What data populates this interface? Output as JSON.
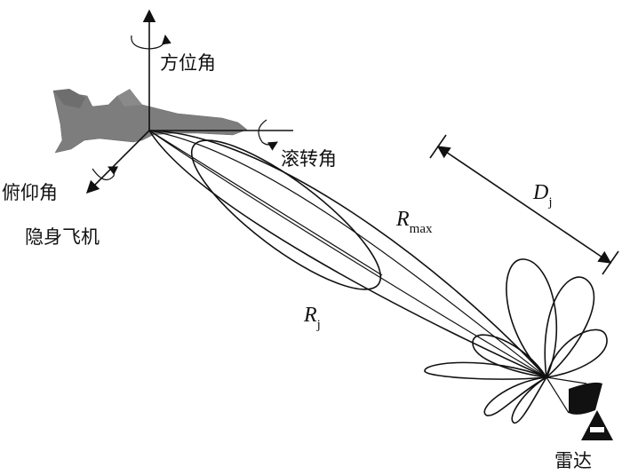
{
  "labels": {
    "azimuth": "方位角",
    "roll": "滚转角",
    "pitch": "俯仰角",
    "stealth_aircraft": "隐身飞机",
    "radar": "雷达",
    "r_max": "R",
    "r_max_sub": "max",
    "r_j": "R",
    "r_j_sub": "j",
    "d_j": "D",
    "d_j_sub": "j"
  },
  "colors": {
    "line": "#111111",
    "aircraft": "#7a7a7a",
    "background": "#ffffff"
  }
}
